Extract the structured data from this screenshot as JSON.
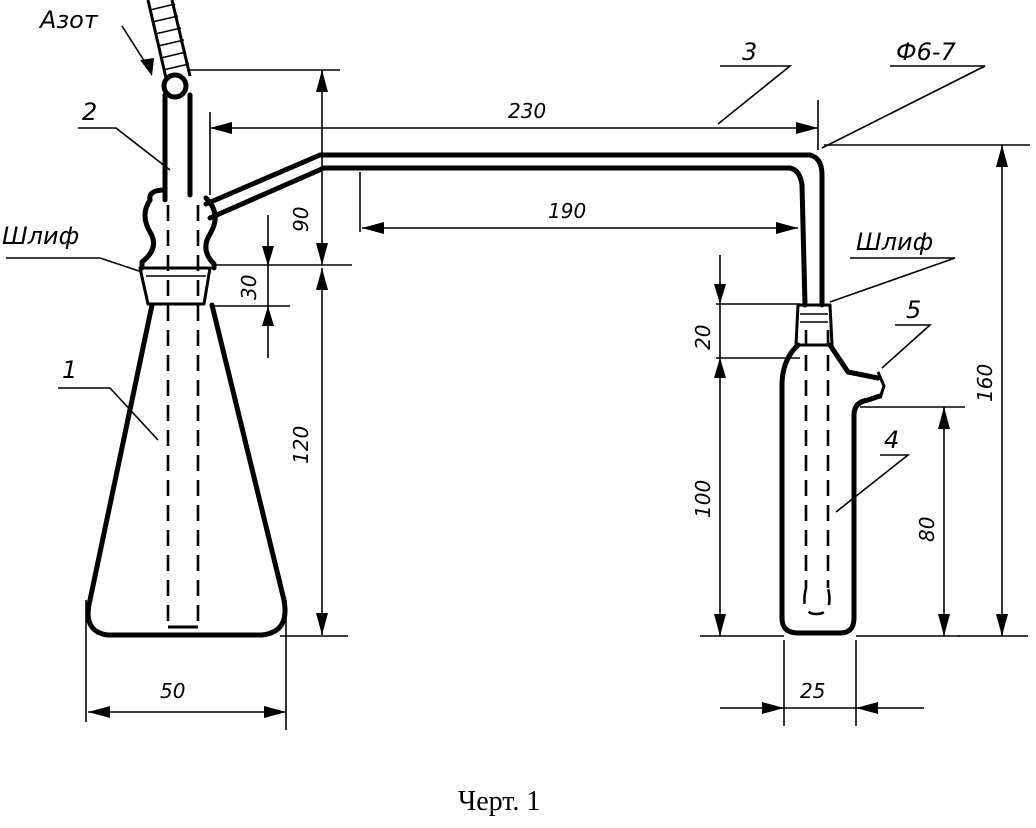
{
  "labels": {
    "nitrogen": "Азот",
    "part_1": "1",
    "part_2": "2",
    "part_3": "3",
    "part_4": "4",
    "part_5": "5",
    "ground_joint_left": "Шлиф",
    "ground_joint_right": "Шлиф",
    "tube_diameter": "Ф6-7"
  },
  "dimensions": {
    "d230": "230",
    "d190": "190",
    "d90": "90",
    "d30": "30",
    "d120": "120",
    "d50": "50",
    "d20": "20",
    "d100": "100",
    "d80": "80",
    "d160": "160",
    "d25": "25"
  },
  "caption": "Черт. 1"
}
